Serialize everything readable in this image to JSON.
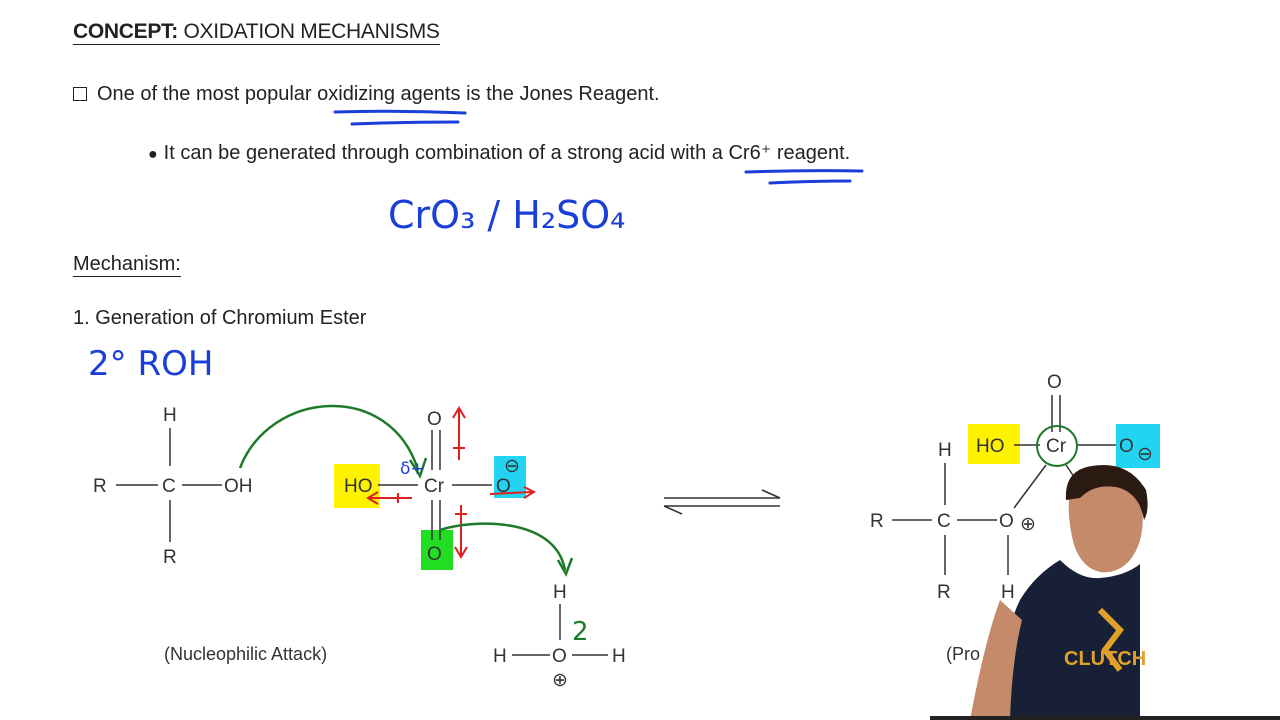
{
  "header": {
    "concept_label": "CONCEPT:",
    "concept_title": "OXIDATION MECHANISMS"
  },
  "bullets": {
    "line1": "One of the most popular oxidizing agents is the Jones Reagent.",
    "line2_pre": "It can be generated through combination of a strong acid with a ",
    "line2_reagent": "Cr6⁺ reagent."
  },
  "handwriting": {
    "formula": "CrO₃ / H₂SO₄",
    "alcohol": "2° ROH",
    "two": "2",
    "delta": "δ+"
  },
  "sections": {
    "mechanism": "Mechanism:",
    "step1": "1. Generation of Chromium Ester"
  },
  "captions": {
    "nucleophilic": "(Nucleophilic Attack)",
    "proton": "(Pro"
  },
  "atoms": {
    "H": "H",
    "R": "R",
    "C": "C",
    "OH": "OH",
    "O": "O",
    "HO": "HO",
    "Cr": "Cr",
    "neg": "⊖",
    "pos": "⊕"
  },
  "shirt": {
    "text": "CLUTCH"
  },
  "colors": {
    "highlight_yellow": "#fff200",
    "highlight_cyan": "#22d4f2",
    "highlight_green": "#22dd22",
    "arrow_green": "#1e7a2a",
    "arrow_red": "#e02020",
    "ink_blue": "#1a3fd8"
  }
}
